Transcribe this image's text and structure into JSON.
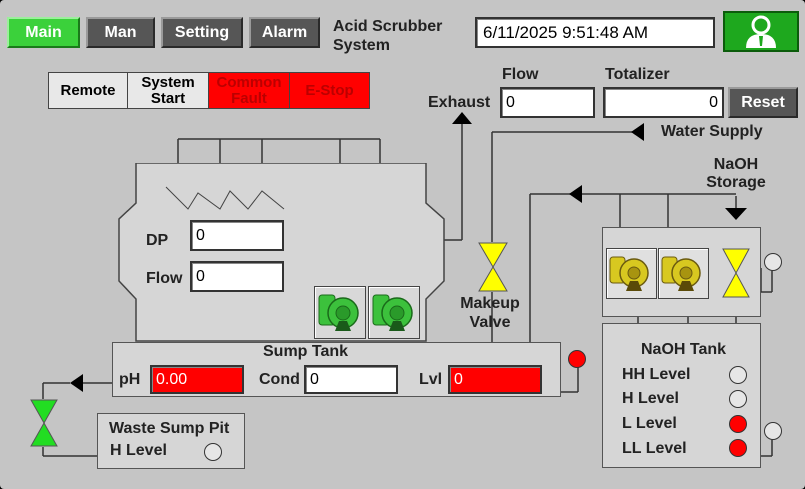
{
  "nav": {
    "main": "Main",
    "man": "Man",
    "setting": "Setting",
    "alarm": "Alarm"
  },
  "title": "Acid Scrubber\nSystem",
  "datetime": "6/11/2025 9:51:48 AM",
  "status": {
    "remote": "Remote",
    "system_start": "System\nStart",
    "common_fault": "Common\nFault",
    "estop": "E-Stop"
  },
  "labels": {
    "flow": "Flow",
    "totalizer": "Totalizer",
    "exhaust": "Exhaust",
    "reset": "Reset",
    "water_supply": "Water Supply",
    "naoh_storage": "NaOH\nStorage",
    "dp": "DP",
    "scrubber_flow": "Flow",
    "makeup_valve": "Makeup\nValve",
    "sump_tank": "Sump Tank",
    "ph": "pH",
    "cond": "Cond",
    "lvl": "Lvl",
    "naoh_tank": "NaOH Tank",
    "hh_level": "HH Level",
    "h_level": "H Level",
    "l_level": "L Level",
    "ll_level": "LL Level",
    "waste_sump_pit": "Waste Sump Pit",
    "waste_h_level": "H Level"
  },
  "values": {
    "flow": "0",
    "totalizer": "0",
    "dp": "0",
    "scrubber_flow": "0",
    "ph": "0.00",
    "cond": "0",
    "lvl": "0"
  },
  "colors": {
    "screen_bg": "#c5c5c5",
    "nav_active": "#3bd13b",
    "fault_red": "#ff0000",
    "pump_green": "#3cc13c",
    "pump_yellow": "#d8c820",
    "valve_yellow": "#ffff00",
    "valve_green": "#22dd22"
  },
  "indicators": {
    "sump_lamp": "red",
    "naoh_hh": "off",
    "naoh_h": "off",
    "naoh_l": "red",
    "naoh_ll": "red",
    "naoh_pump_lamp": "off",
    "naoh_tank_lamp": "off",
    "waste_h": "off"
  },
  "icons": [
    "user-icon",
    "pump-icon",
    "valve-icon",
    "flow-arrow-icon",
    "spray-nozzle-icon"
  ]
}
